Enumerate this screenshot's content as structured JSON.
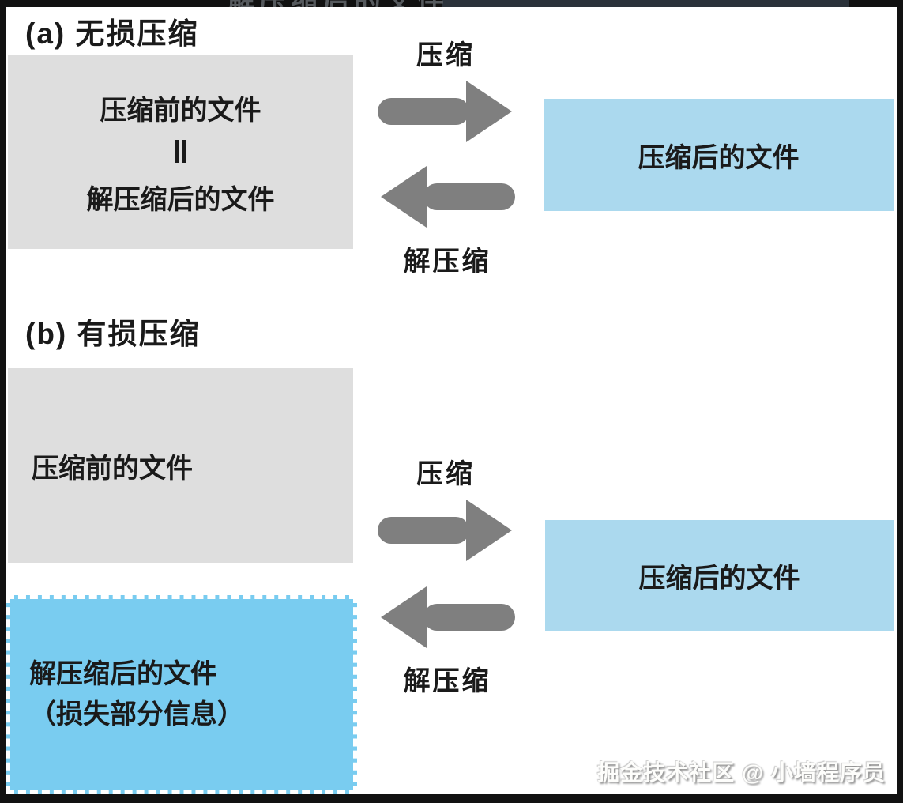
{
  "colors": {
    "gray_box": "#dedede",
    "light_blue": "#abd9ee",
    "bright_blue": "#79ccf0",
    "arrow": "#7f7f7f",
    "text": "#1a1a1a",
    "frame": "#111111"
  },
  "top_bar": {
    "clipped_text": "解压缩后的文件"
  },
  "section_a": {
    "heading": "(a) 无损压缩",
    "source_box": {
      "line1": "压缩前的文件",
      "equals": "‖",
      "line2": "解压缩后的文件"
    },
    "compress_label": "压缩",
    "decompress_label": "解压缩",
    "result_box": "压缩后的文件"
  },
  "section_b": {
    "heading": "(b) 有损压缩",
    "source_box": "压缩前的文件",
    "compress_label": "压缩",
    "decompress_label": "解压缩",
    "result_box": "压缩后的文件",
    "decompressed_box": {
      "line1": "解压缩后的文件",
      "line2": "（损失部分信息）"
    }
  },
  "watermark": "掘金技术社区 @ 小墙程序员"
}
